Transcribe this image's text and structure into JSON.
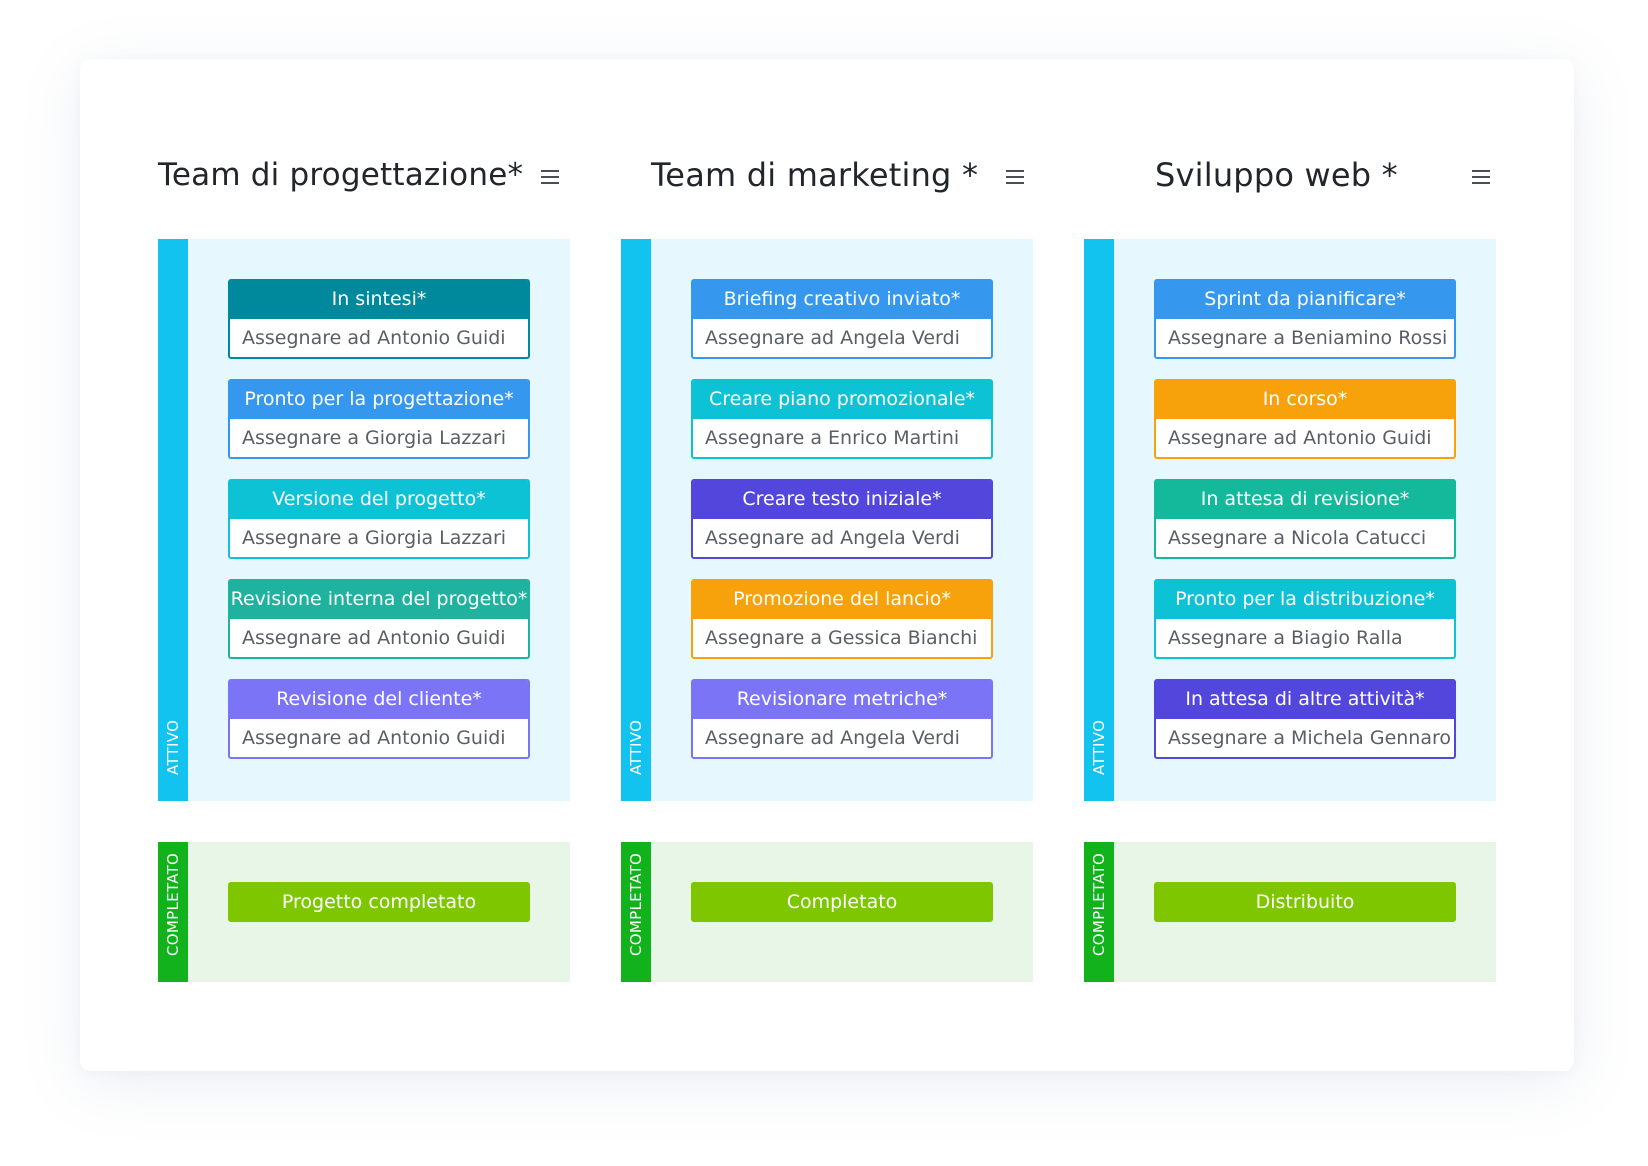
{
  "lane_labels": {
    "active": "ATTIVO",
    "done": "COMPLETATO"
  },
  "columns": [
    {
      "title": "Team di progettazione*",
      "tasks": [
        {
          "title": "In sintesi*",
          "assignee": "Assegnare ad Antonio Guidi",
          "color": "#00899c"
        },
        {
          "title": "Pronto per la progettazione*",
          "assignee": "Assegnare a Giorgia Lazzari",
          "color": "#3597ee"
        },
        {
          "title": "Versione del progetto*",
          "assignee": "Assegnare a Giorgia Lazzari",
          "color": "#0ec2d6"
        },
        {
          "title": "Revisione interna del progetto*",
          "assignee": "Assegnare ad Antonio Guidi",
          "color": "#1fb29e"
        },
        {
          "title": "Revisione del cliente*",
          "assignee": "Assegnare ad Antonio Guidi",
          "color": "#7c74f7"
        }
      ],
      "done": "Progetto completato"
    },
    {
      "title": "Team di marketing *",
      "tasks": [
        {
          "title": "Briefing creativo inviato*",
          "assignee": "Assegnare ad Angela Verdi",
          "color": "#3597ee"
        },
        {
          "title": "Creare piano promozionale*",
          "assignee": "Assegnare a Enrico Martini",
          "color": "#0ec2d6"
        },
        {
          "title": "Creare testo iniziale*",
          "assignee": "Assegnare ad Angela Verdi",
          "color": "#5346dc"
        },
        {
          "title": "Promozione del lancio*",
          "assignee": "Assegnare a Gessica Bianchi",
          "color": "#f8a20b"
        },
        {
          "title": "Revisionare metriche*",
          "assignee": "Assegnare ad Angela Verdi",
          "color": "#7c74f7"
        }
      ],
      "done": "Completato"
    },
    {
      "title": "Sviluppo web *",
      "tasks": [
        {
          "title": "Sprint da pianificare*",
          "assignee": "Assegnare a Beniamino Rossi",
          "color": "#3597ee"
        },
        {
          "title": "In corso*",
          "assignee": "Assegnare ad Antonio Guidi",
          "color": "#f8a20b"
        },
        {
          "title": "In attesa di revisione*",
          "assignee": "Assegnare a Nicola Catucci",
          "color": "#14b89a"
        },
        {
          "title": "Pronto per la distribuzione*",
          "assignee": "Assegnare a Biagio Ralla",
          "color": "#0ec2d6"
        },
        {
          "title": "In attesa di altre attività*",
          "assignee": "Assegnare a Michela Gennaro",
          "color": "#5346dc"
        }
      ],
      "done": "Distribuito"
    }
  ]
}
